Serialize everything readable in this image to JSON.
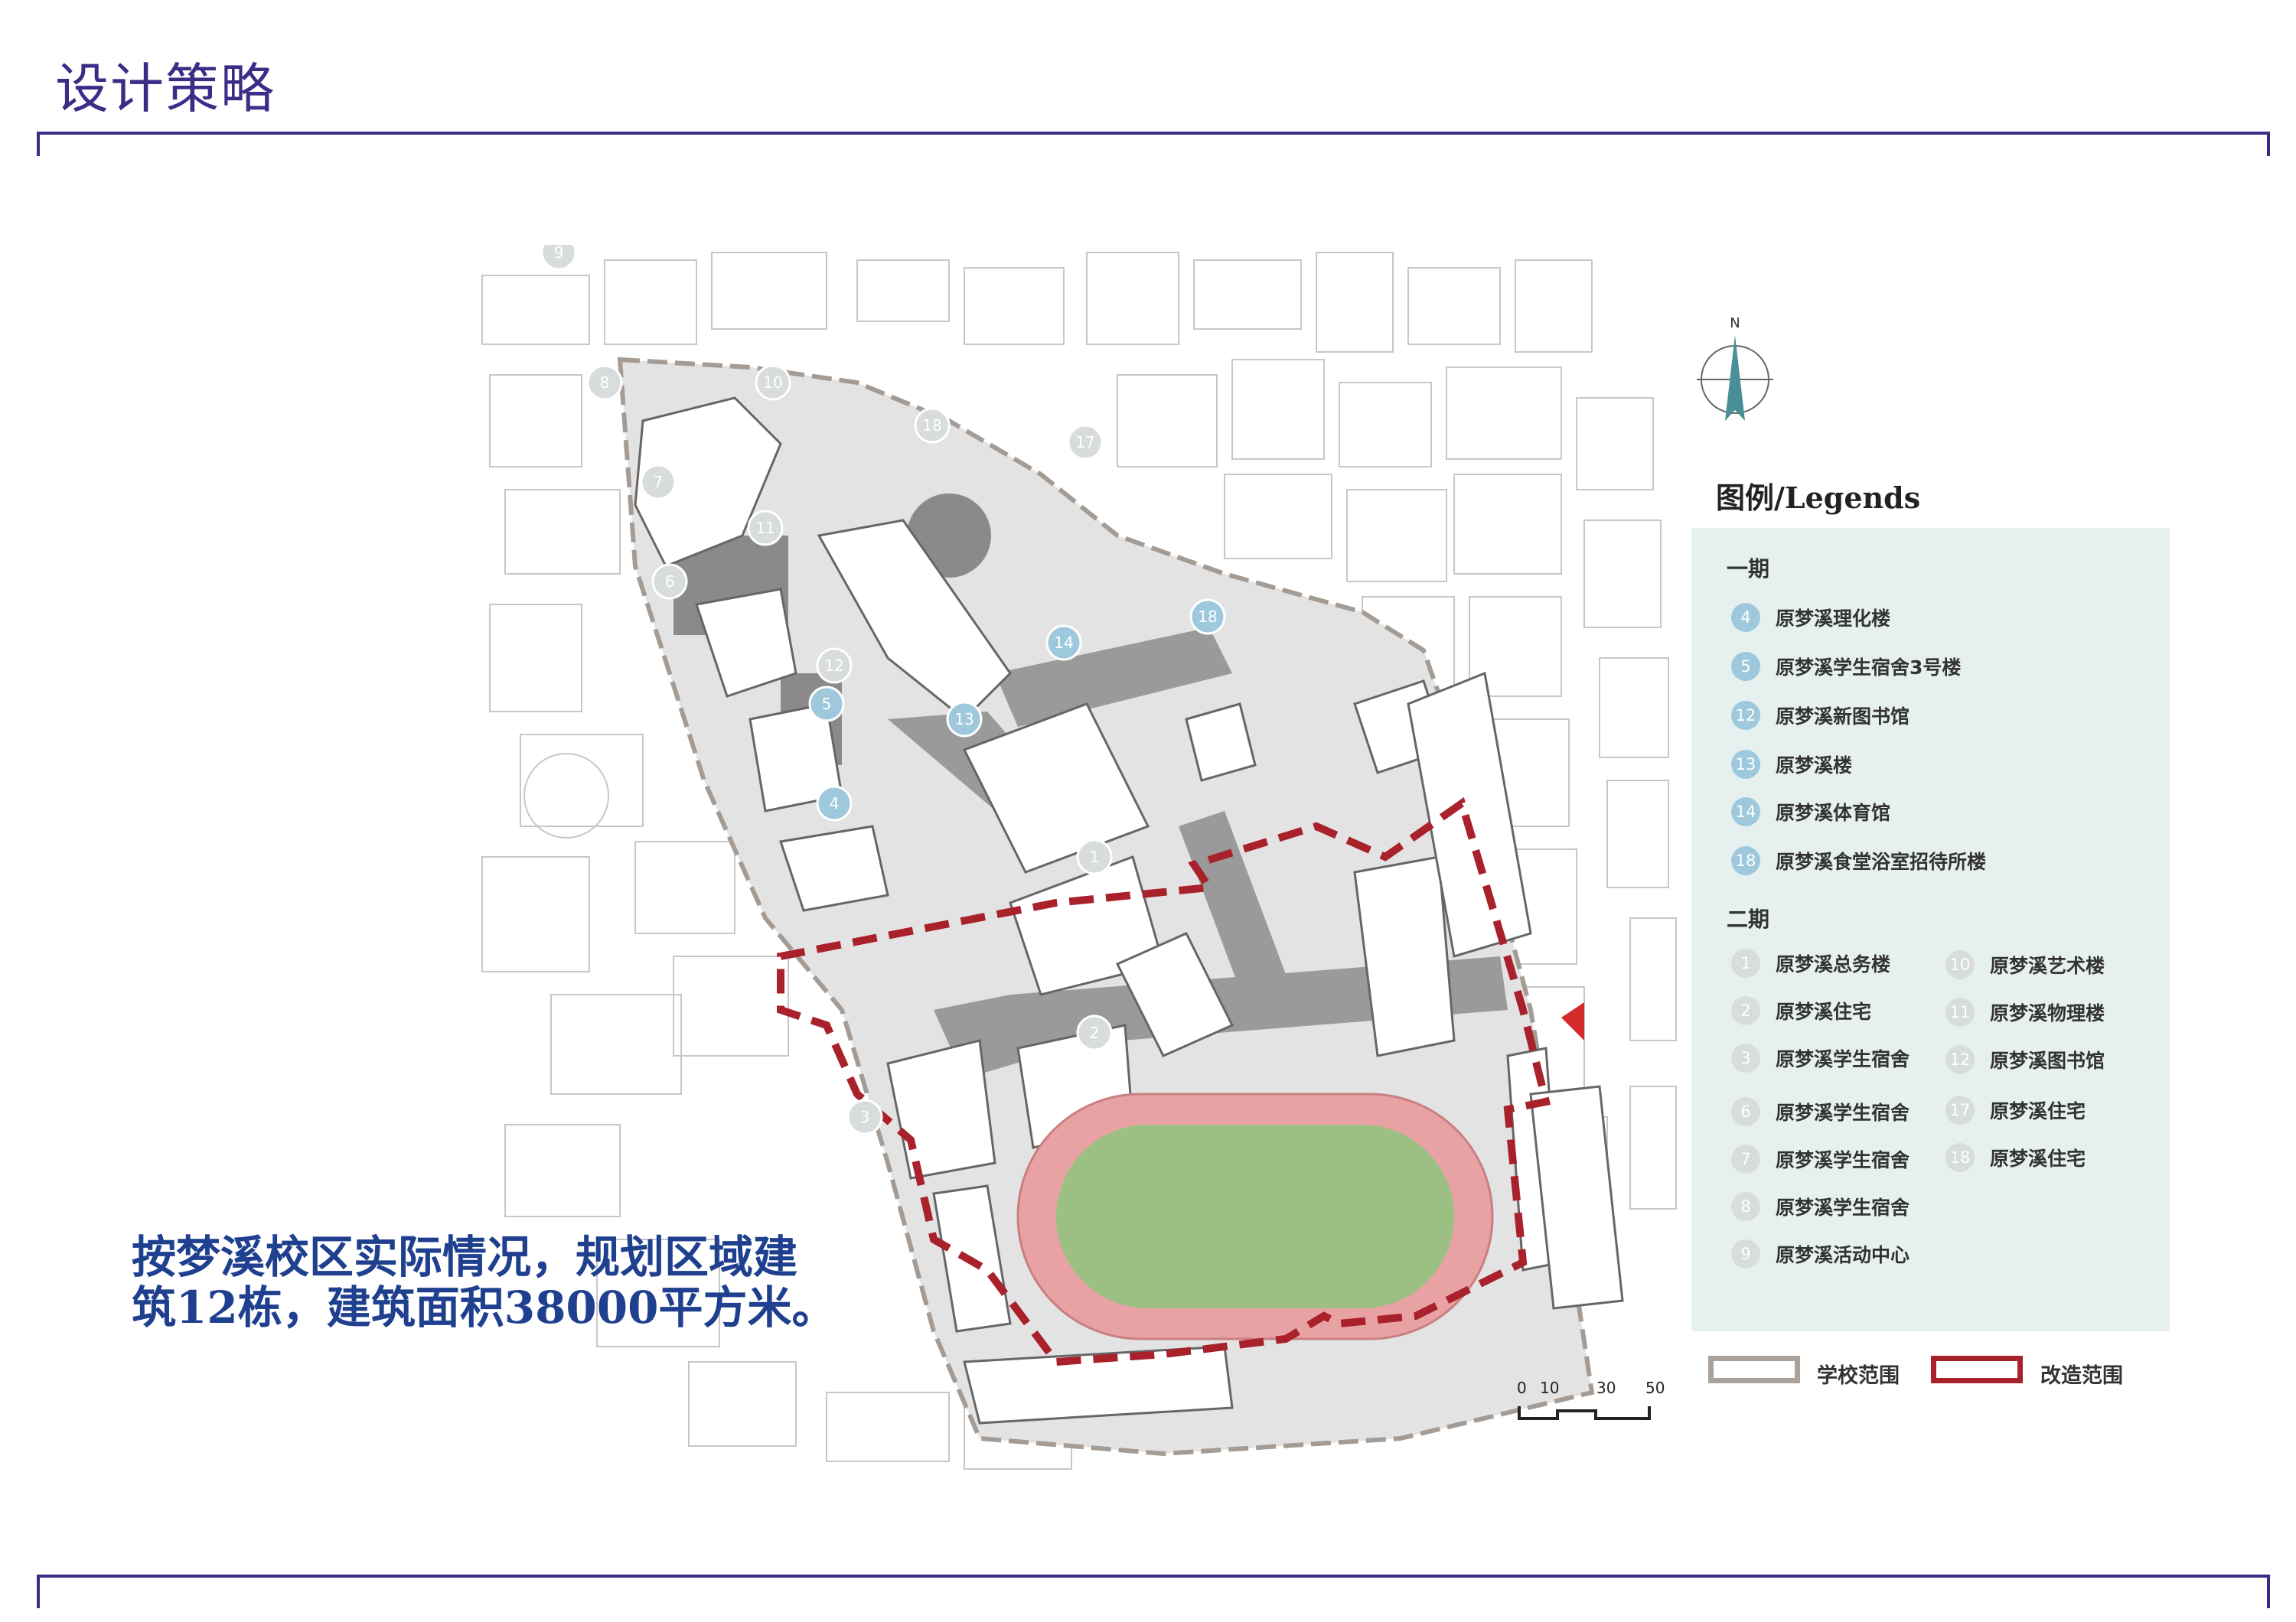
{
  "title": "设计策略",
  "caption_lines": [
    "按梦溪校区实际情况，规划区域建",
    "筑12栋，建筑面积38000平方米。"
  ],
  "north_label": "N",
  "legend": {
    "title": "图例/Legends",
    "phase1": {
      "label": "一期",
      "items": [
        {
          "num": "4",
          "name": "原梦溪理化楼"
        },
        {
          "num": "5",
          "name": "原梦溪学生宿舍3号楼"
        },
        {
          "num": "12",
          "name": "原梦溪新图书馆"
        },
        {
          "num": "13",
          "name": "原梦溪楼"
        },
        {
          "num": "14",
          "name": "原梦溪体育馆"
        },
        {
          "num": "18",
          "name": "原梦溪食堂浴室招待所楼"
        }
      ]
    },
    "phase2": {
      "label": "二期",
      "col1": [
        {
          "num": "1",
          "name": "原梦溪总务楼"
        },
        {
          "num": "2",
          "name": "原梦溪住宅"
        },
        {
          "num": "3",
          "name": "原梦溪学生宿舍"
        },
        {
          "num": "6",
          "name": "原梦溪学生宿舍"
        },
        {
          "num": "7",
          "name": "原梦溪学生宿舍"
        },
        {
          "num": "8",
          "name": "原梦溪学生宿舍"
        },
        {
          "num": "9",
          "name": "原梦溪活动中心"
        }
      ],
      "col2": [
        {
          "num": "10",
          "name": "原梦溪艺术楼"
        },
        {
          "num": "11",
          "name": "原梦溪物理楼"
        },
        {
          "num": "12",
          "name": "原梦溪图书馆"
        },
        {
          "num": "17",
          "name": "原梦溪住宅"
        },
        {
          "num": "18",
          "name": "原梦溪住宅"
        }
      ]
    },
    "boundaries": {
      "school": "学校范围",
      "renovation": "改造范围"
    }
  },
  "scale": {
    "labels": [
      "0",
      "10",
      "30",
      "50"
    ]
  },
  "colors": {
    "title": "#3b2d86",
    "caption": "#1f3f8f",
    "phase1_badge": "#9ec8dc",
    "phase2_badge": "#d9dcdc",
    "renovation_boundary": "#a9212a",
    "school_boundary": "#aaa29a",
    "track": "#e8a2a4",
    "field": "#9cbf83",
    "legend_bg": "#e6f0ef"
  },
  "map_labels": [
    {
      "num": "1",
      "phase": 2
    },
    {
      "num": "2",
      "phase": 2
    },
    {
      "num": "3",
      "phase": 2
    },
    {
      "num": "4",
      "phase": 1
    },
    {
      "num": "5",
      "phase": 1
    },
    {
      "num": "6",
      "phase": 2
    },
    {
      "num": "7",
      "phase": 2
    },
    {
      "num": "8",
      "phase": 2
    },
    {
      "num": "9",
      "phase": 2
    },
    {
      "num": "10",
      "phase": 2
    },
    {
      "num": "11",
      "phase": 2
    },
    {
      "num": "12",
      "phase": 2
    },
    {
      "num": "13",
      "phase": 1
    },
    {
      "num": "14",
      "phase": 1
    },
    {
      "num": "17",
      "phase": 2
    },
    {
      "num": "18",
      "phase": 2
    },
    {
      "num": "18",
      "phase": 1
    }
  ]
}
